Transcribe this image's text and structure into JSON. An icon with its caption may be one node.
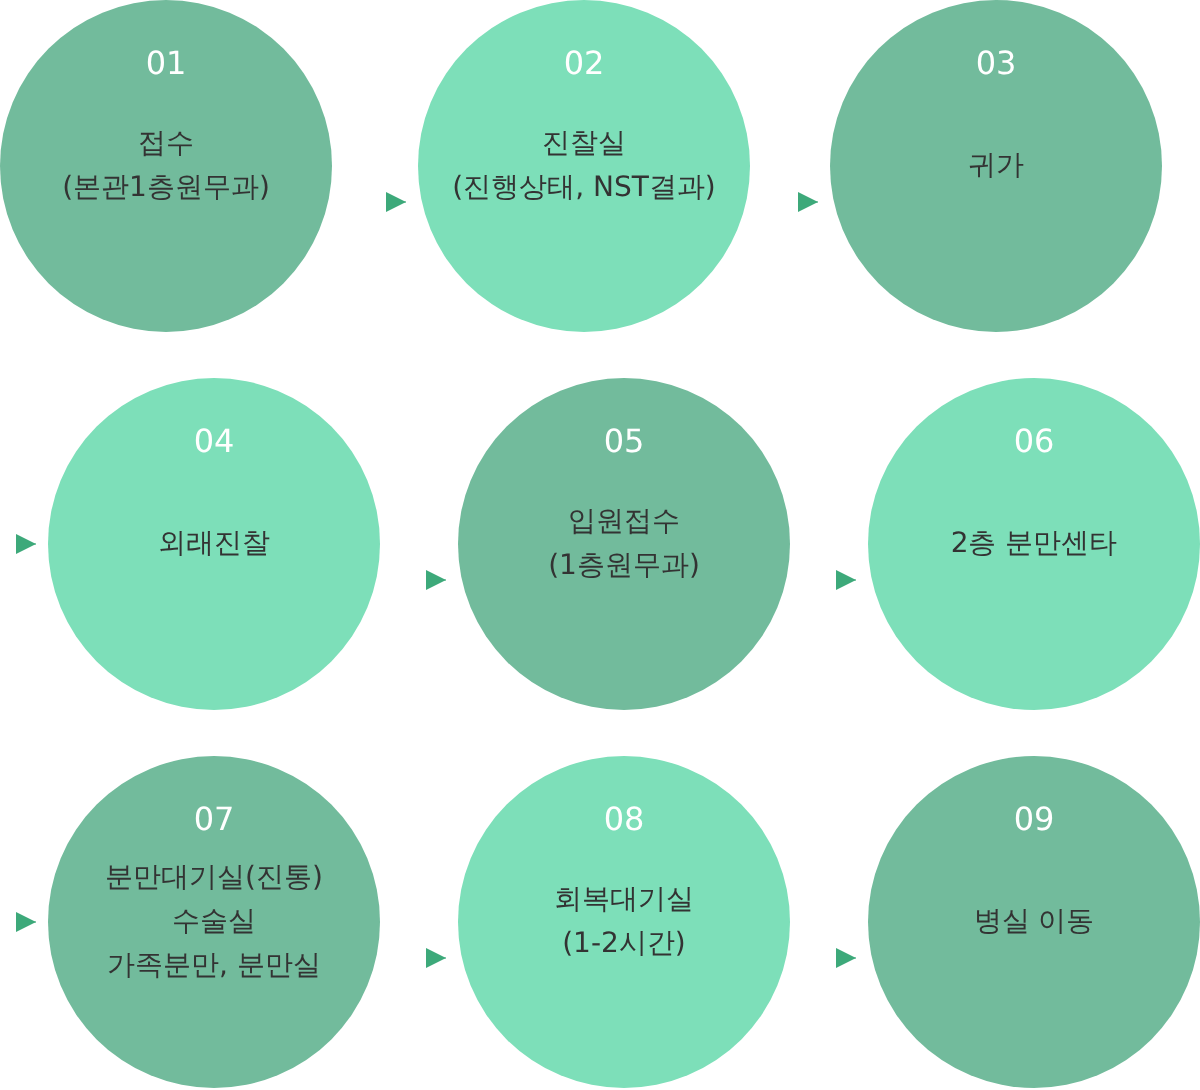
{
  "diagram": {
    "nodes": [
      {
        "text": [
          "01",
          "접수 (본관1층원무과)"
        ]
      },
      {
        "text": [
          "02",
          "진찰실 (진행상태, NST결과)"
        ]
      },
      {
        "text": [
          "03",
          "귀가"
        ]
      },
      {
        "text": [
          "04",
          "외래진찰"
        ]
      },
      {
        "text": [
          "05",
          "입원접수 (1층원무과)"
        ]
      },
      {
        "text": [
          "06",
          "2층 분만센타"
        ]
      },
      {
        "text": [
          "07",
          "분만대기실(진통) 수술실 가족분만, 분만실"
        ]
      },
      {
        "text": [
          "08",
          "회복대기실 (1-2시간)"
        ]
      },
      {
        "text": [
          "09",
          "병실 이동"
        ]
      }
    ],
    "edges": [
      {
        "from": null,
        "to": 1,
        "arrow": "to"
      },
      {
        "from": null,
        "to": 2,
        "arrow": "to"
      },
      {
        "from": null,
        "to": 3,
        "arrow": "to"
      },
      {
        "from": null,
        "to": 4,
        "arrow": "to"
      },
      {
        "from": null,
        "to": 5,
        "arrow": "to"
      },
      {
        "from": null,
        "to": 6,
        "arrow": "to"
      },
      {
        "from": null,
        "to": 7,
        "arrow": "to"
      },
      {
        "from": null,
        "to": 8,
        "arrow": "to"
      }
    ]
  }
}
